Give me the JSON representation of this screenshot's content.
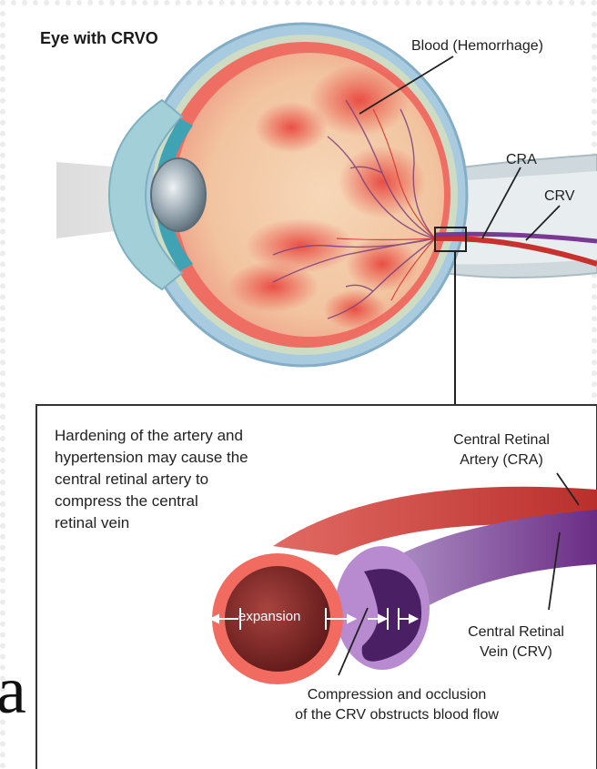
{
  "title": "Eye with CRVO",
  "labels": {
    "blood": "Blood (Hemorrhage)",
    "cra": "CRA",
    "crv": "CRV",
    "central_artery": [
      "Central Retinal",
      "Artery (CRA)"
    ],
    "central_vein": [
      "Central Retinal",
      "Vein (CRV)"
    ],
    "compression": [
      "Compression and occlusion",
      "of the CRV obstructs blood flow"
    ],
    "expansion": "expansion"
  },
  "note": [
    "Hardening of the artery and",
    "hypertension may cause the",
    "central retinal artery to",
    "compress the central",
    "retinal vein"
  ],
  "slide_letter": "a",
  "colors": {
    "artery": "#d9443e",
    "vein": "#7a3a94",
    "hemorrhage": "#e8413a",
    "sclera": "#9fc6dc"
  }
}
